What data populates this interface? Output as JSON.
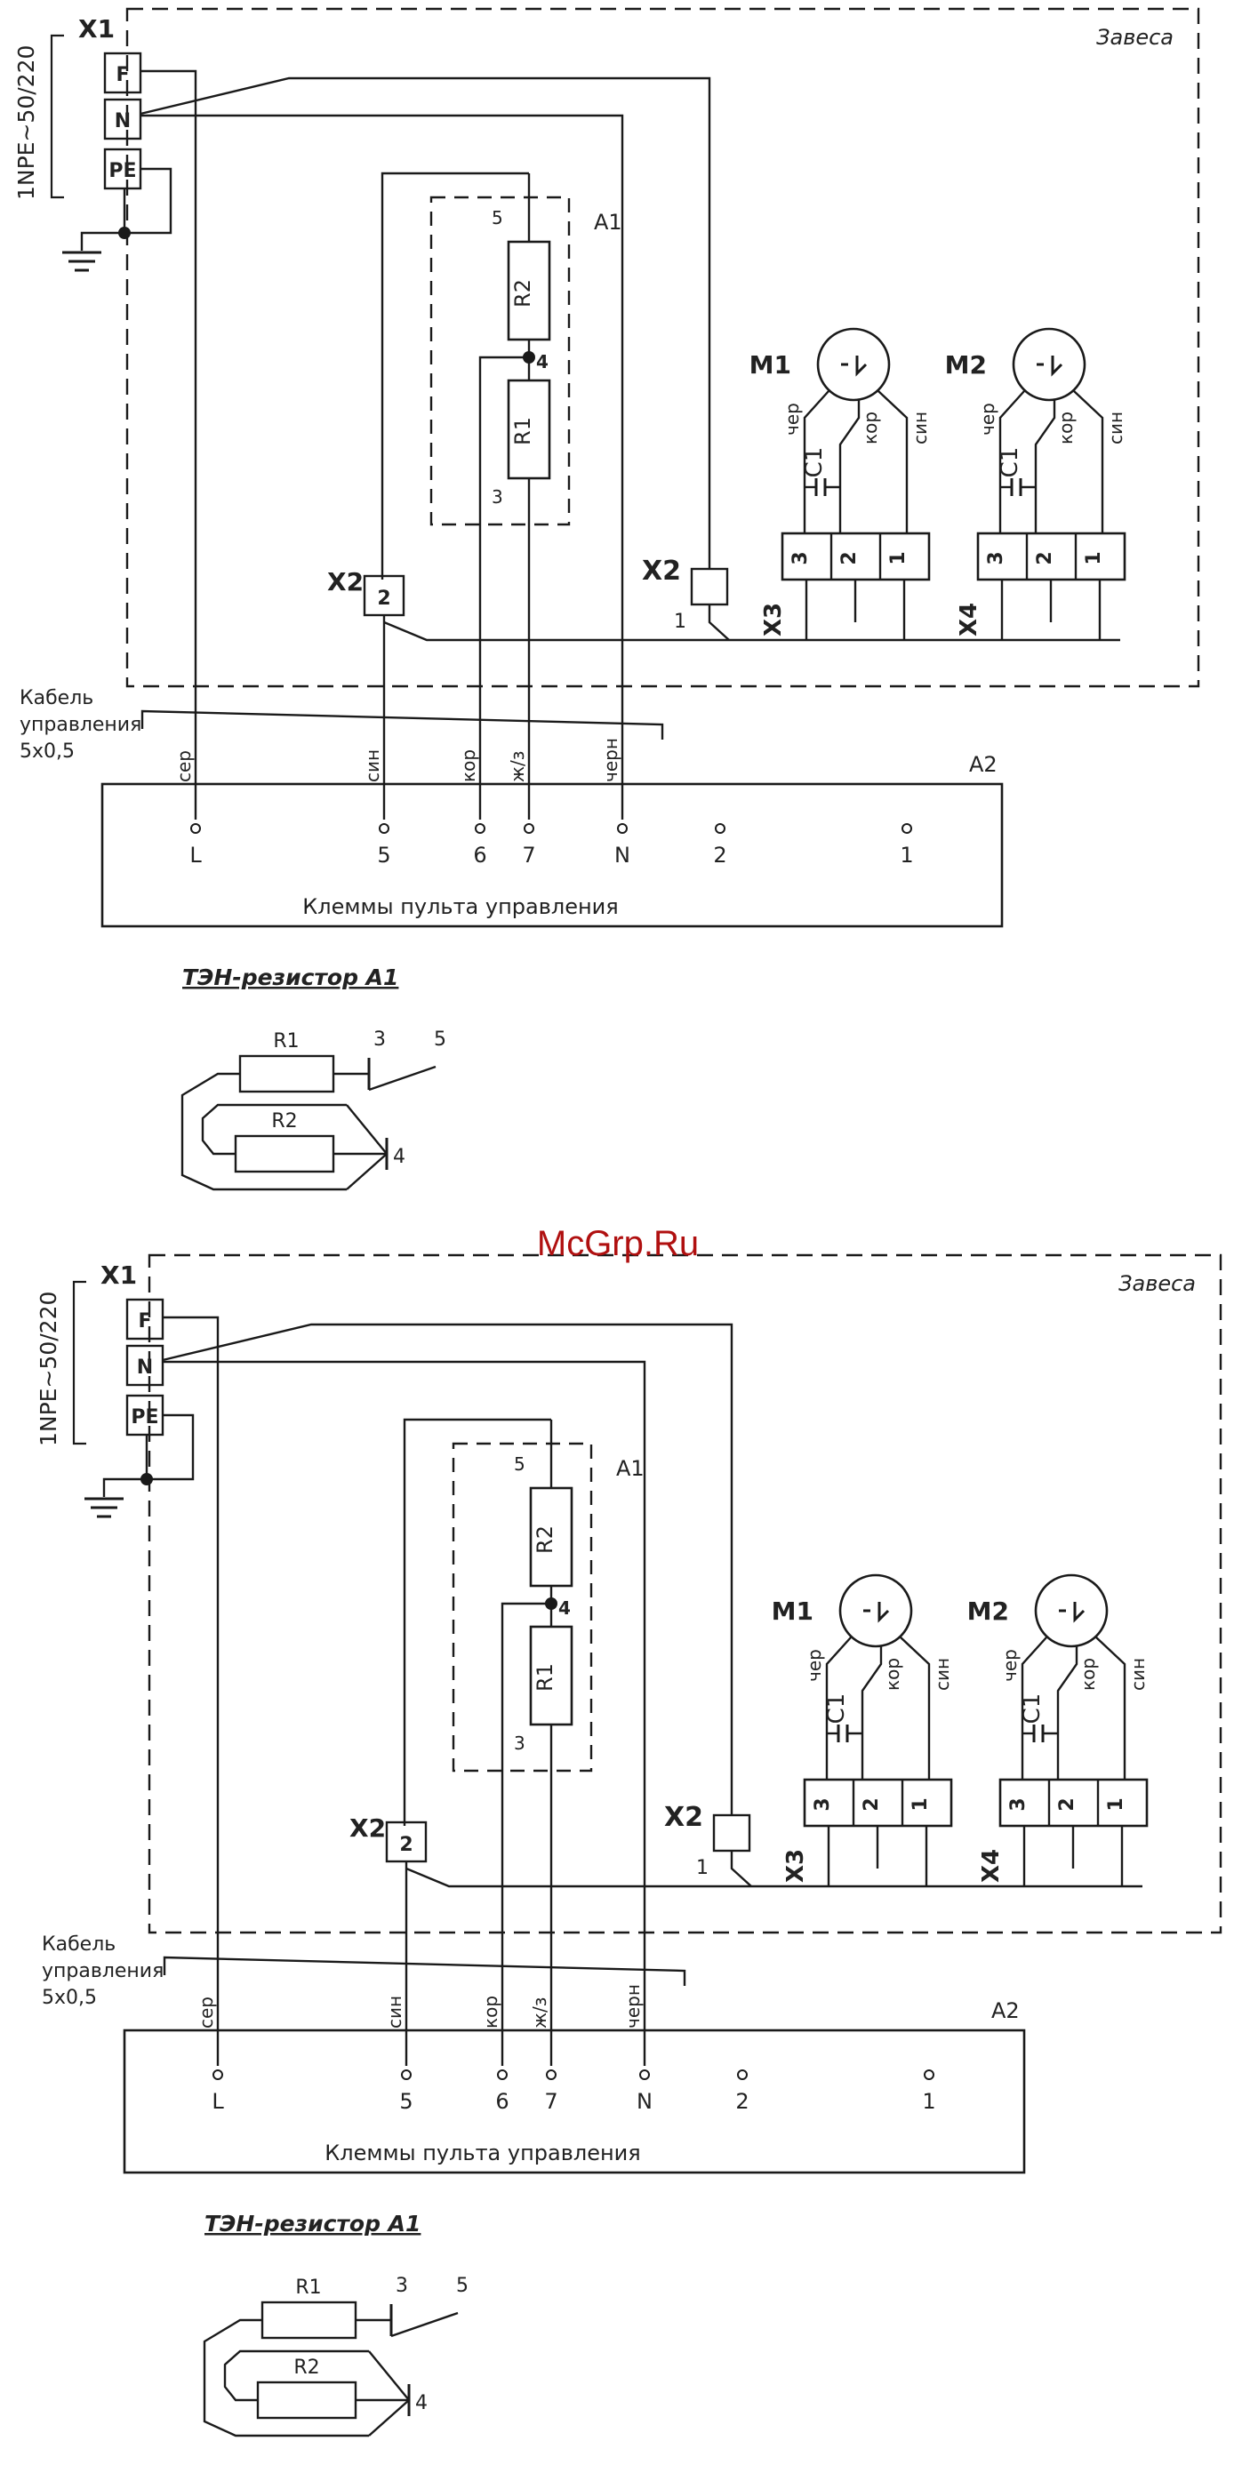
{
  "watermark": "McGrp.Ru",
  "diagrams": [
    {
      "zavesa_label": "Завеса",
      "x1_label": "X1",
      "supply_label": "1NPE~50/220",
      "x1_pins": [
        "F",
        "N",
        "PE"
      ],
      "a1_label": "A1",
      "r1": "R1",
      "r2": "R2",
      "node_5": "5",
      "node_4": "4",
      "node_3": "3",
      "x2_left_label": "X2",
      "x2_left_pin": "2",
      "x2_right_label": "X2",
      "x2_right_pin": "1",
      "motors": [
        {
          "label": "M1",
          "conn": "X3",
          "cap": "C1",
          "wire_left": "чер",
          "wire_mid": "кор",
          "wire_right": "син",
          "pins": [
            "3",
            "2",
            "1"
          ]
        },
        {
          "label": "M2",
          "conn": "X4",
          "cap": "C1",
          "wire_left": "чер",
          "wire_mid": "кор",
          "wire_right": "син",
          "pins": [
            "3",
            "2",
            "1"
          ]
        }
      ],
      "cable_label": [
        "Кабель",
        "управления",
        "5х0,5"
      ],
      "a2_label": "A2",
      "wire_colors": [
        "сер",
        "син",
        "кор",
        "ж/з",
        "черн"
      ],
      "terminals": [
        "L",
        "5",
        "6",
        "7",
        "N",
        "2",
        "1"
      ],
      "terminal_block_caption": "Клеммы пульта управления",
      "ten_title": "ТЭН-резистор A1",
      "ten_r1": "R1",
      "ten_r2": "R2",
      "ten_3": "3",
      "ten_5": "5",
      "ten_4": "4"
    },
    {
      "zavesa_label": "Завеса",
      "x1_label": "X1",
      "supply_label": "1NPE~50/220",
      "x1_pins": [
        "F",
        "N",
        "PE"
      ],
      "a1_label": "A1",
      "r1": "R1",
      "r2": "R2",
      "node_5": "5",
      "node_4": "4",
      "node_3": "3",
      "x2_left_label": "X2",
      "x2_left_pin": "2",
      "x2_right_label": "X2",
      "x2_right_pin": "1",
      "motors": [
        {
          "label": "M1",
          "conn": "X3",
          "cap": "C1",
          "wire_left": "чер",
          "wire_mid": "кор",
          "wire_right": "син",
          "pins": [
            "3",
            "2",
            "1"
          ]
        },
        {
          "label": "M2",
          "conn": "X4",
          "cap": "C1",
          "wire_left": "чер",
          "wire_mid": "кор",
          "wire_right": "син",
          "pins": [
            "3",
            "2",
            "1"
          ]
        }
      ],
      "cable_label": [
        "Кабель",
        "управления",
        "5х0,5"
      ],
      "a2_label": "A2",
      "wire_colors": [
        "сер",
        "син",
        "кор",
        "ж/з",
        "черн"
      ],
      "terminals": [
        "L",
        "5",
        "6",
        "7",
        "N",
        "2",
        "1"
      ],
      "terminal_block_caption": "Клеммы пульта управления",
      "ten_title": "ТЭН-резистор A1",
      "ten_r1": "R1",
      "ten_r2": "R2",
      "ten_3": "3",
      "ten_5": "5",
      "ten_4": "4"
    }
  ]
}
